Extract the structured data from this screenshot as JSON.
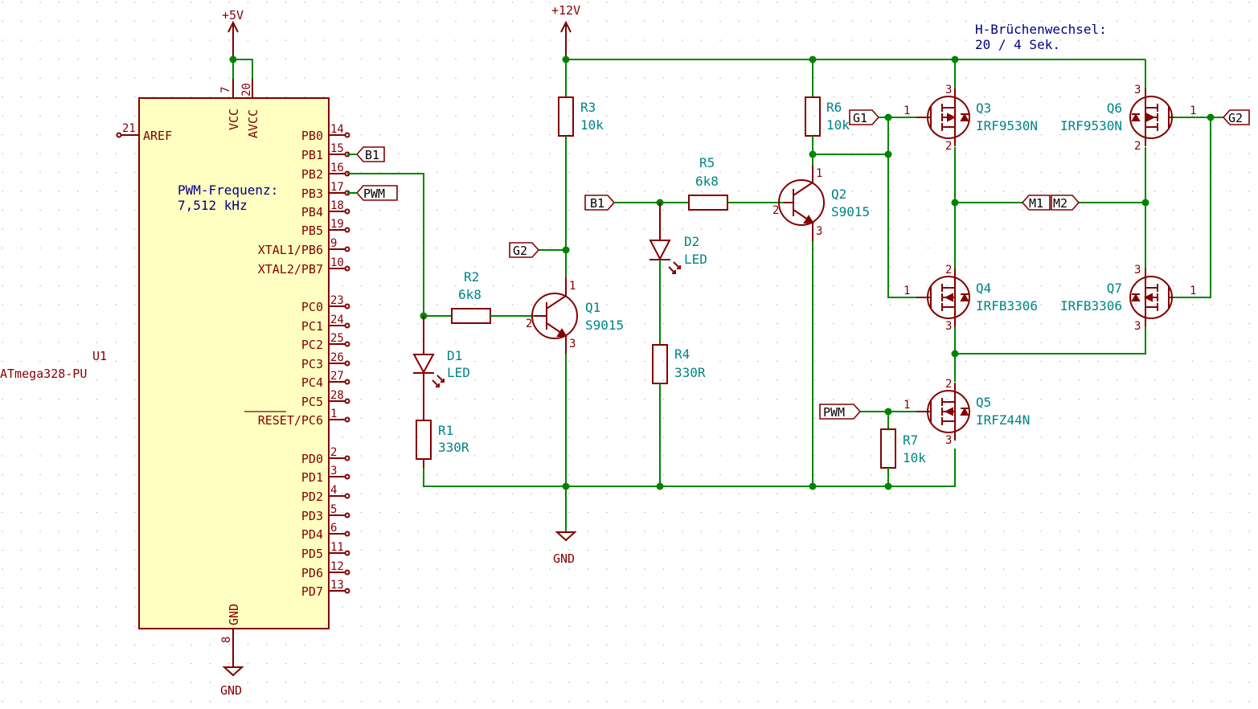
{
  "power": {
    "vcc5": "+5V",
    "vcc12": "+12V",
    "gnd": "GND"
  },
  "note": {
    "line1": "H-Brüchenwechsel:",
    "line2": "20 / 4 Sek."
  },
  "pwm_note": {
    "line1": "PWM-Frequenz:",
    "line2": "7,512 kHz"
  },
  "u1": {
    "ref": "U1",
    "value": "ATmega328-PU",
    "vcc": "VCC",
    "avcc": "AVCC",
    "aref": "AREF",
    "gnd": "GND",
    "pin_vcc": "7",
    "pin_avcc": "20",
    "pin_aref": "21",
    "pin_gnd": "8",
    "pins": [
      {
        "name": "PB0",
        "num": "14"
      },
      {
        "name": "PB1",
        "num": "15"
      },
      {
        "name": "PB2",
        "num": "16"
      },
      {
        "name": "PB3",
        "num": "17"
      },
      {
        "name": "PB4",
        "num": "18"
      },
      {
        "name": "PB5",
        "num": "19"
      },
      {
        "name": "XTAL1/PB6",
        "num": "9"
      },
      {
        "name": "XTAL2/PB7",
        "num": "10"
      },
      {
        "name": "PC0",
        "num": "23"
      },
      {
        "name": "PC1",
        "num": "24"
      },
      {
        "name": "PC2",
        "num": "25"
      },
      {
        "name": "PC3",
        "num": "26"
      },
      {
        "name": "PC4",
        "num": "27"
      },
      {
        "name": "PC5",
        "num": "28"
      },
      {
        "name": "RESET/PC6",
        "num": "1"
      },
      {
        "name": "PD0",
        "num": "2"
      },
      {
        "name": "PD1",
        "num": "3"
      },
      {
        "name": "PD2",
        "num": "4"
      },
      {
        "name": "PD3",
        "num": "5"
      },
      {
        "name": "PD4",
        "num": "6"
      },
      {
        "name": "PD5",
        "num": "11"
      },
      {
        "name": "PD6",
        "num": "12"
      },
      {
        "name": "PD7",
        "num": "13"
      }
    ]
  },
  "labels": {
    "b1": "B1",
    "pwm": "PWM",
    "g1": "G1",
    "g2": "G2",
    "m1": "M1",
    "m2": "M2"
  },
  "parts": {
    "r1": {
      "ref": "R1",
      "value": "330R"
    },
    "r2": {
      "ref": "R2",
      "value": "6k8"
    },
    "r3": {
      "ref": "R3",
      "value": "10k"
    },
    "r4": {
      "ref": "R4",
      "value": "330R"
    },
    "r5": {
      "ref": "R5",
      "value": "6k8"
    },
    "r6": {
      "ref": "R6",
      "value": "10k"
    },
    "r7": {
      "ref": "R7",
      "value": "10k"
    },
    "d1": {
      "ref": "D1",
      "value": "LED"
    },
    "d2": {
      "ref": "D2",
      "value": "LED"
    },
    "q1": {
      "ref": "Q1",
      "value": "S9015"
    },
    "q2": {
      "ref": "Q2",
      "value": "S9015"
    },
    "q3": {
      "ref": "Q3",
      "value": "IRF9530N"
    },
    "q4": {
      "ref": "Q4",
      "value": "IRFB3306"
    },
    "q5": {
      "ref": "Q5",
      "value": "IRFZ44N"
    },
    "q6": {
      "ref": "Q6",
      "value": "IRF9530N"
    },
    "q7": {
      "ref": "Q7",
      "value": "IRFB3306"
    }
  },
  "pin_nums": {
    "one": "1",
    "two": "2",
    "three": "3"
  }
}
